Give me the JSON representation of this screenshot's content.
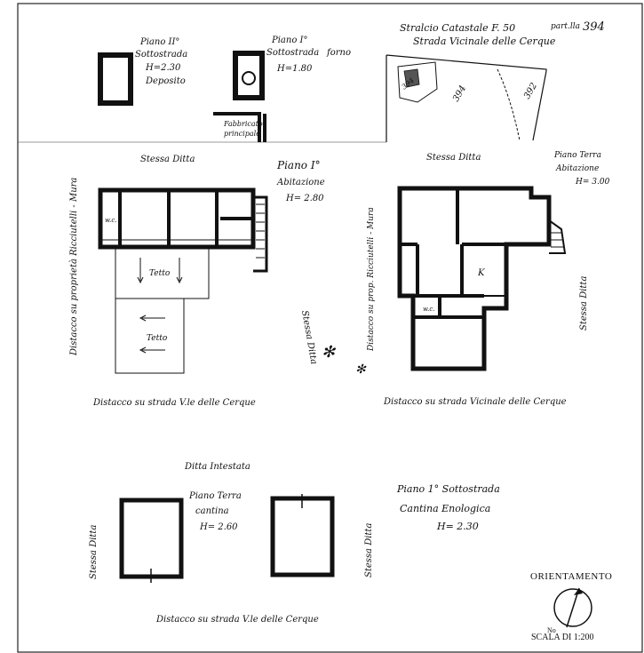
{
  "panels": {
    "top_left_a": {
      "line1": "Piano II°",
      "line2": "Sottostrada",
      "line3": "H=2.30",
      "line4": "Deposito"
    },
    "top_left_b": {
      "line1": "Piano I°",
      "line2": "Sottostrada",
      "line3": "forno",
      "line4": "H=1.80"
    },
    "fabbricato": {
      "line1": "Fabbricato",
      "line2": "principale"
    },
    "stralcio": {
      "line1": "Stralcio Catastale F. 50",
      "part_label": "part.lla",
      "part_value": "394",
      "line2": "Strada Vicinale delle Cerque",
      "p394": "394",
      "p394b": "394",
      "p392": "392"
    },
    "stessa_ditta_top": "Stessa Ditta",
    "piano_primo": {
      "line1": "Piano I°",
      "line2": "Abitazione",
      "line3": "H= 2.80"
    },
    "piano_terra": {
      "line1": "Piano Terra",
      "line2": "Abitazione",
      "line3": "H= 3.00"
    },
    "stessa_ditta_mid": "Stessa Ditta",
    "distacco_left_vert": "Distacco su proprietà Ricciutelli - Mura",
    "stessa_ditta_center_vert": "Stessa Ditta",
    "distacco_right_vert": "Distacco su prop. Ricciutelli - Mura",
    "stessa_ditta_right_vert": "Stessa Ditta",
    "room_labels": {
      "wc1": "w.c.",
      "tetto1": "Tetto",
      "tetto2": "Tetto",
      "k": "K",
      "wc2": "w.c."
    },
    "distacco_left_bottom": "Distacco su strada V.le delle Cerque",
    "distacco_right_bottom": "Distacco su strada Vicinale delle Cerque",
    "ditta_intestata": "Ditta Intestata",
    "cantina_terra": {
      "line1": "Piano Terra",
      "line2": "cantina",
      "line3": "H= 2.60"
    },
    "cantina_sotto": {
      "line1": "Piano 1° Sottostrada",
      "line2": "Cantina Enologica",
      "line3": "H= 2.30"
    },
    "stessa_ditta_bl": "Stessa Ditta",
    "stessa_ditta_br": "Stessa Ditta",
    "distacco_bottom": "Distacco su strada V.le delle Cerque",
    "orientamento": "ORIENTAMENTO",
    "north": "No",
    "scala": "SCALA DI 1:200"
  }
}
